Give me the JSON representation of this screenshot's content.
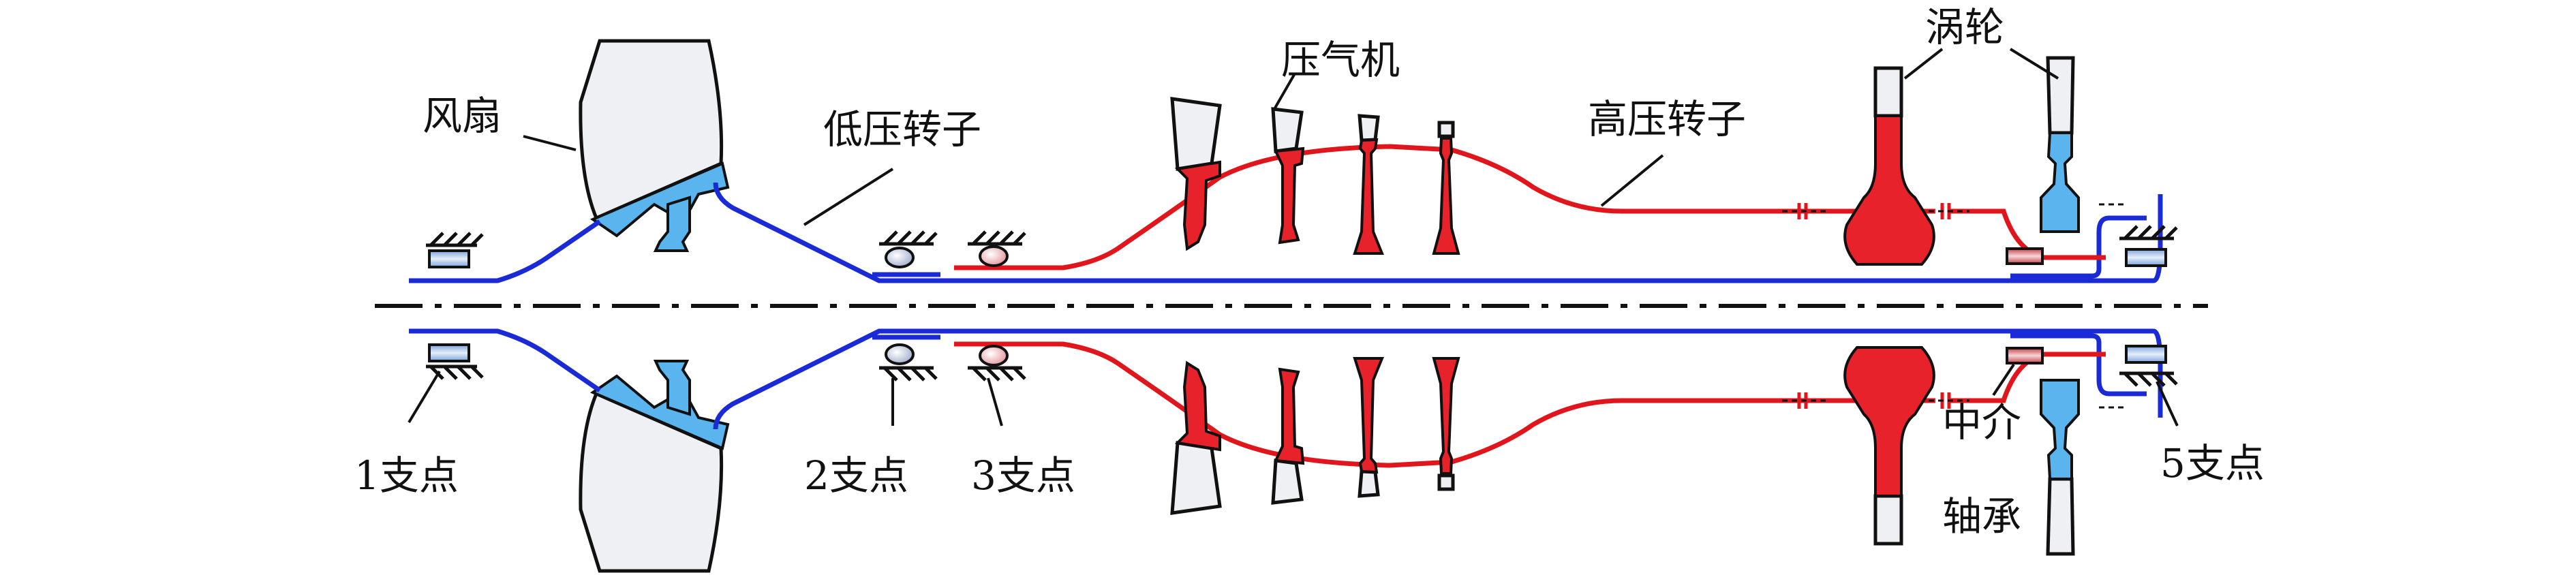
{
  "labels": {
    "fan": "风扇",
    "lp_rotor": "低压转子",
    "compressor": "压气机",
    "hp_rotor": "高压转子",
    "turbine": "涡轮",
    "support1": "1支点",
    "support2": "2支点",
    "support3": "3支点",
    "support5": "5支点",
    "intershaft_line1": "中介",
    "intershaft_line2": "轴承"
  },
  "colors": {
    "low_pressure": "#1a2ad6",
    "low_pressure_fill": "#5ab4ee",
    "high_pressure": "#e0161c",
    "high_pressure_fill": "#e8222a",
    "blade": "#eef0f3",
    "bearing_ball": "#b9c3dc",
    "bearing_ball_hp": "#f2b9bf"
  }
}
